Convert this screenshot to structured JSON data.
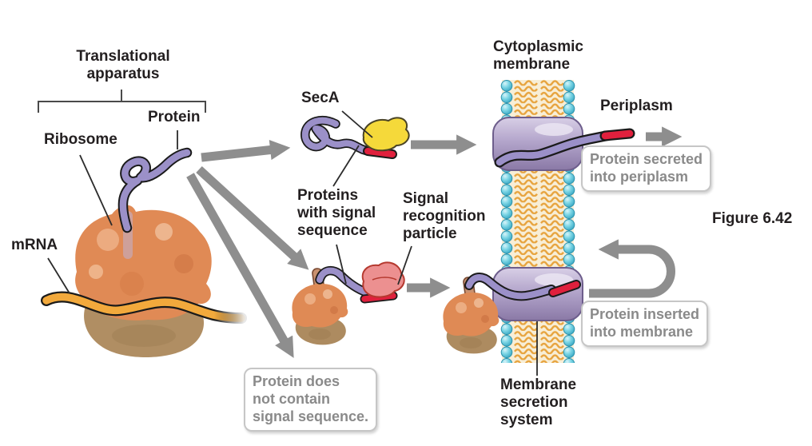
{
  "figure": {
    "caption": "Figure 6.42"
  },
  "labels": {
    "translational_apparatus": "Translational\napparatus",
    "protein": "Protein",
    "ribosome": "Ribosome",
    "mrna": "mRNA",
    "seca": "SecA",
    "proteins_with_signal_sequence": "Proteins\nwith signal\nsequence",
    "signal_recognition_particle": "Signal\nrecognition\nparticle",
    "cytoplasmic_membrane": "Cytoplasmic\nmembrane",
    "periplasm": "Periplasm",
    "membrane_secretion_system": "Membrane\nsecretion\nsystem"
  },
  "callouts": {
    "secreted": "Protein secreted\ninto periplasm",
    "inserted": "Protein inserted\ninto membrane",
    "no_signal_sequence": "Protein does\nnot contain\nsignal sequence."
  },
  "colors": {
    "protein_chain": "#9b90c8",
    "signal_sequence": "#e0203d",
    "seca_blob": "#f5d93a",
    "srp_blob": "#ec9090",
    "ribosome_large_subunit": "#e08a55",
    "ribosome_small_subunit": "#b08e63",
    "mrna_strand": "#f2a93c",
    "membrane_head": "#6fd3e4",
    "membrane_tail": "#e7a43f",
    "translocon": "#a795c0",
    "arrow": "#8e8e8e",
    "callout_text": "#8a8a8a"
  }
}
